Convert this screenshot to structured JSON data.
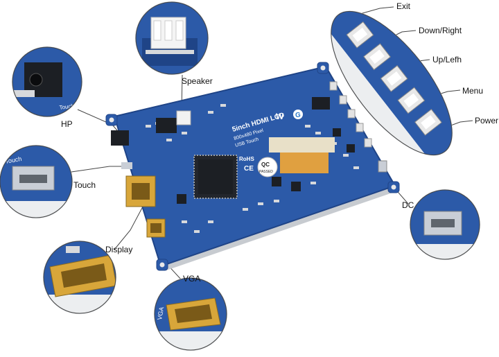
{
  "labels": {
    "exit": "Exit",
    "down_right": "Down/Right",
    "up_left": "Up/Lefh",
    "menu": "Menu",
    "power": "Power",
    "speaker": "Speaker",
    "hp": "HP",
    "touch": "Touch",
    "display": "Display",
    "vga": "VGA",
    "dc": "DC"
  },
  "board": {
    "title": "5inch HDMI LCD",
    "badge": "G",
    "resolution": "800x480 Pixel",
    "touch": "USB Touch",
    "rohs": "RoHS",
    "ce": "CE",
    "qc": "QC",
    "qc_status": "PASSED"
  },
  "insets": {
    "hp_silk": "Touch",
    "touch_silk": "Touch",
    "vga_silk": "VGA"
  },
  "colors": {
    "pcb": "#2c5aa8",
    "pcb_dark": "#1f4487",
    "gold": "#d8a63a",
    "silver": "#c9ced6",
    "chip": "#1c1f24",
    "flex": "#e0a040"
  }
}
